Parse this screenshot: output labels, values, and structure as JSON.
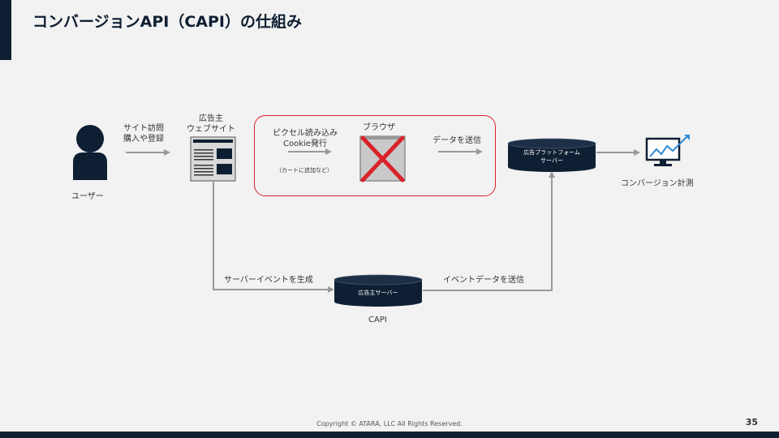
{
  "title": "コンバージョンAPI（CAPI）の仕組み",
  "colors": {
    "navy": "#0f1f33",
    "red": "#d9222a",
    "gray": "#999999"
  },
  "labels": {
    "user": "ユーザー",
    "visit": [
      "サイト訪問",
      "購入や登録"
    ],
    "website": [
      "広告主",
      "ウェブサイト"
    ],
    "pixel": [
      "ピクセル読み込み",
      "Cookie発行"
    ],
    "pixel_note": "（カートに追加など）",
    "browser": "ブラウザ",
    "send_data": "データを送信",
    "platform_server": [
      "広告プラットフォーム",
      "サーバー"
    ],
    "conversion": "コンバージョン計測",
    "server_event": "サーバーイベントを生成",
    "advertiser_server": "広告主サーバー",
    "capi": "CAPI",
    "send_event": "イベントデータを送信"
  },
  "icons": [
    "user-icon",
    "website-icon",
    "browser-icon",
    "blocked-x-icon",
    "database-icon",
    "chart-monitor-icon"
  ],
  "footer": {
    "copyright": "Copyright © ATARA, LLC All Rights Reserved.",
    "page": "35"
  }
}
